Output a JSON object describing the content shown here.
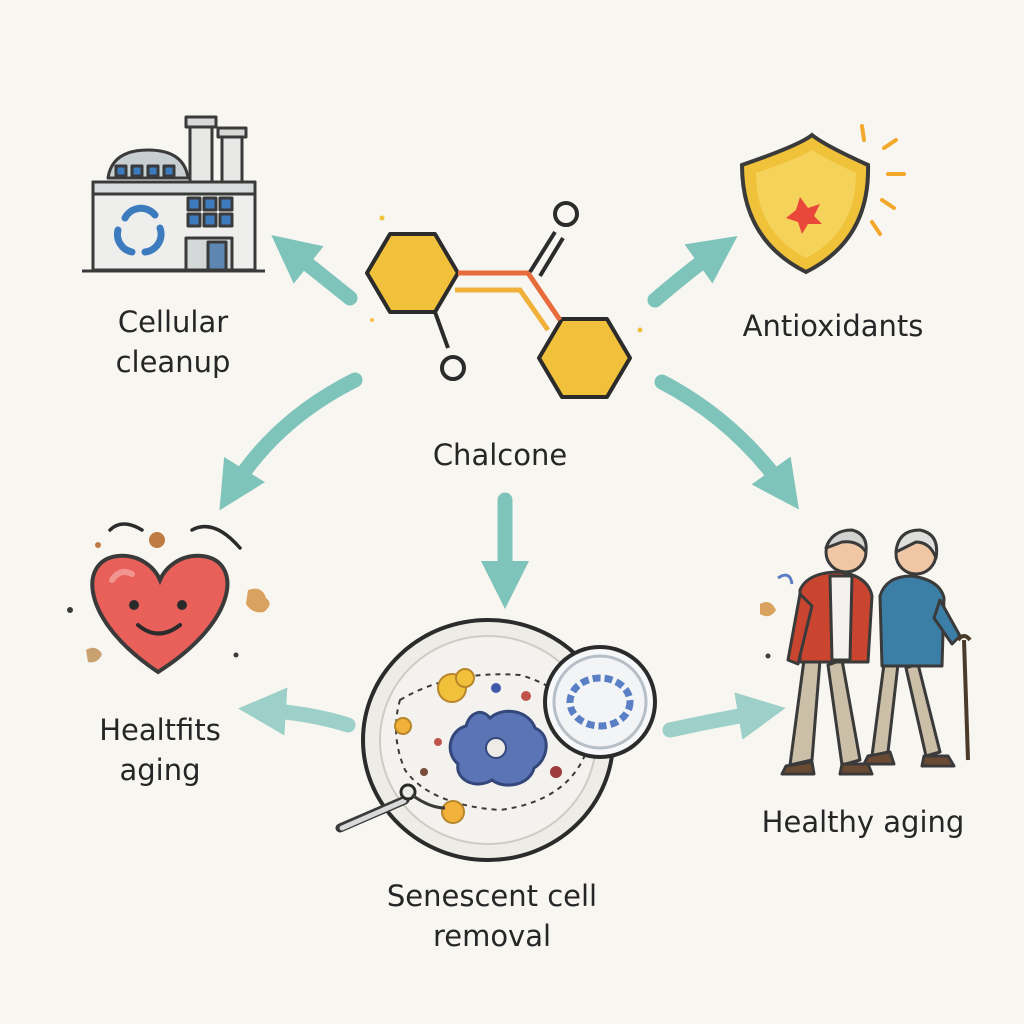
{
  "center": {
    "label": "Chalcone"
  },
  "nodes": {
    "cleanup": {
      "lines": [
        "Cellular",
        "cleanup"
      ]
    },
    "antioxidant": {
      "lines": [
        "Antioxidants"
      ]
    },
    "heart": {
      "lines": [
        "Healtfits",
        "aging"
      ]
    },
    "senescent": {
      "lines": [
        "Senescent cell",
        "removal"
      ]
    },
    "healthy": {
      "lines": [
        "Healthy aging"
      ]
    }
  },
  "colors": {
    "arrow": "#7fc4bb",
    "hexagon": "#f2c13b",
    "shield": "#f0c23a",
    "heart": "#e9605a",
    "cell_nucleus": "#5b74b6",
    "background": "#f8f6f1"
  },
  "icons": [
    "factory-recycle-icon",
    "shield-icon",
    "heart-face-icon",
    "cell-petri-icon",
    "elderly-couple-icon",
    "chalcone-molecule-icon"
  ]
}
